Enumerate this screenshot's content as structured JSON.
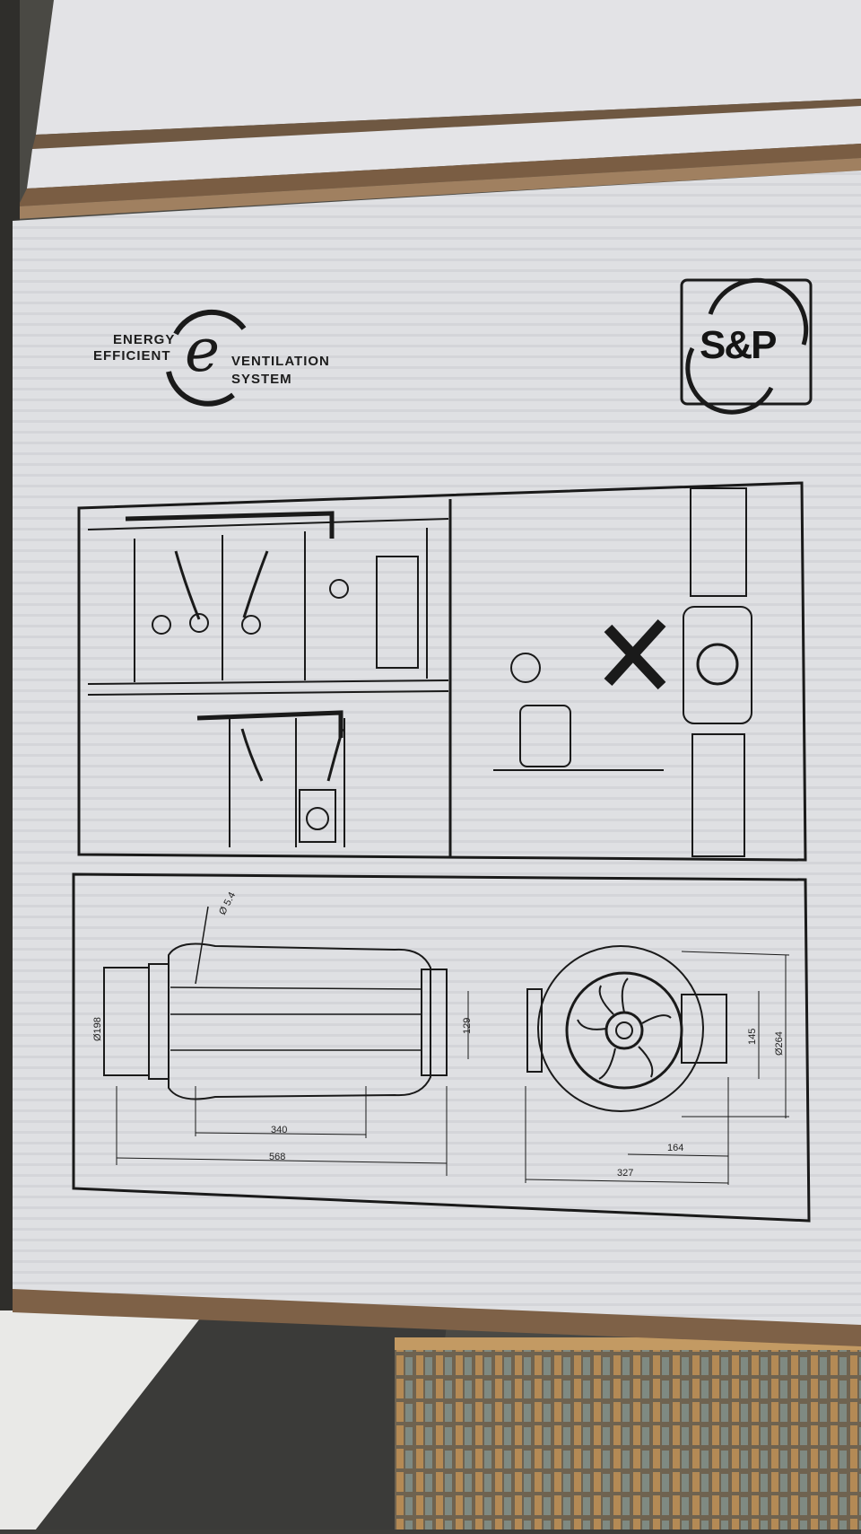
{
  "logo_energy": {
    "line1": "ENERGY",
    "line2": "EFFICIENT",
    "line3": "VENTILATION",
    "line4": "SYSTEM",
    "glyph": "e"
  },
  "brand_logo": {
    "text": "S&P"
  },
  "dimensions": {
    "bolt": "Ø 5.4",
    "duct_dia": "Ø198",
    "inner_height": "129",
    "mount_span": "340",
    "total_length": "568",
    "flange": "145",
    "outer_dia": "Ø264",
    "side_offset": "164",
    "side_depth": "327"
  },
  "colors": {
    "cardboard": "#dfe0e2",
    "ink": "#1a1a1a",
    "kraft_edge": "#8a6a4a"
  }
}
